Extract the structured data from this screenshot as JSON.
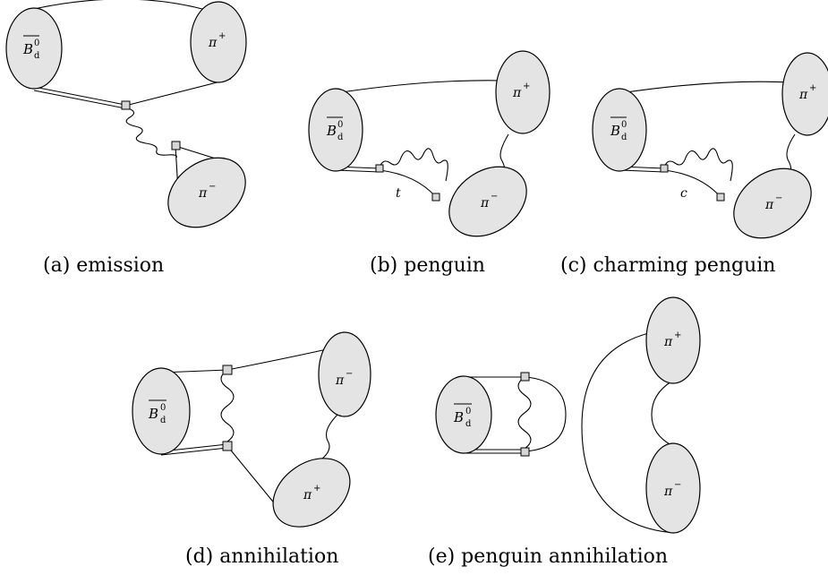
{
  "labels": {
    "b_meson": "B",
    "b_sup": "0",
    "b_sub": "d",
    "pi_plus": "π",
    "pi_minus": "π",
    "plus": "+",
    "minus": "−",
    "quark_t": "t",
    "quark_c": "c"
  },
  "captions": {
    "a": "(a) emission",
    "b": "(b) penguin",
    "c": "(c) charming penguin",
    "d": "(d) annihilation",
    "e": "(e) penguin annihilation"
  }
}
